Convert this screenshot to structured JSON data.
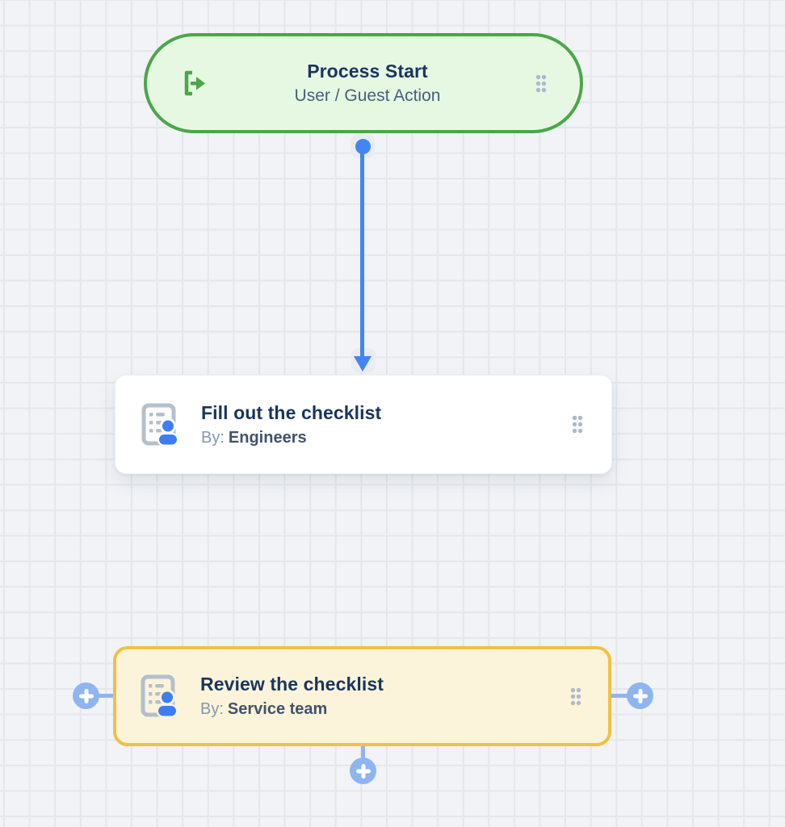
{
  "colors": {
    "canvas-bg": "#f1f3f6",
    "grid-line": "#e3e7ec",
    "green-border": "#4aa748",
    "green-bg": "#e7f8e2",
    "yellow-border": "#f2c043",
    "yellow-bg": "#fcf4da",
    "card-bg": "#ffffff",
    "title-text": "#19355e",
    "subtitle-text": "#46617c",
    "by-text": "#8398b0",
    "assignee-text": "#41526b",
    "connector-blue": "#4285f4",
    "plus-blue": "#8fb5f0",
    "handle-gray": "#aeb9cc",
    "icon-gray": "#b4bfcc",
    "icon-person-blue": "#3d7ff2",
    "pad-gray": "#e9edf3"
  },
  "icons": {
    "login-arrow": "[→",
    "user-task": "clipboard + person",
    "drag-handle": "6 dots",
    "plus": "+"
  },
  "nodes": {
    "start": {
      "title": "Process Start",
      "subtitle": "User / Guest Action"
    },
    "fill": {
      "title": "Fill out the checklist",
      "by_label": "By:",
      "assignee": "Engineers"
    },
    "review": {
      "title": "Review the checklist",
      "by_label": "By:",
      "assignee": "Service team"
    }
  },
  "connector": {
    "from": "Process Start",
    "to": "Fill out the checklist",
    "direction": "down"
  },
  "plus_buttons": [
    {
      "position": "left"
    },
    {
      "position": "right"
    },
    {
      "position": "bottom"
    }
  ]
}
